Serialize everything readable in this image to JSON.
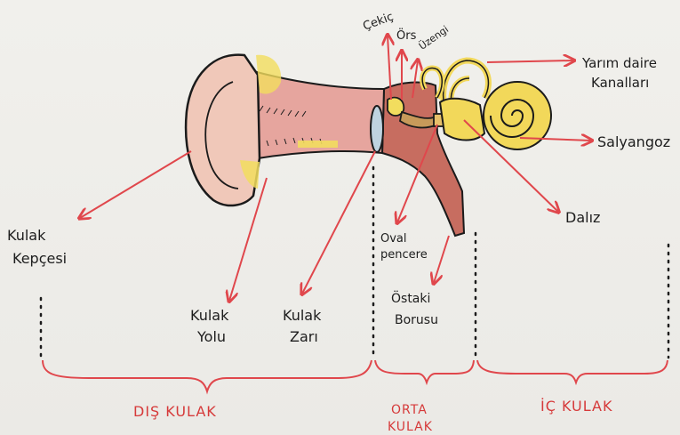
{
  "labels": {
    "cekic": "Çekiç",
    "ors": "Örs",
    "uzengi": "Üzengi",
    "yarim_daire_1": "Yarım daire",
    "yarim_daire_2": "Kanalları",
    "salyangoz": "Salyangoz",
    "daliz": "Dalız",
    "kulak_kepcesi_1": "Kulak",
    "kulak_kepcesi_2": "Kepçesi",
    "kulak_yolu_1": "Kulak",
    "kulak_yolu_2": "Yolu",
    "kulak_zari_1": "Kulak",
    "kulak_zari_2": "Zarı",
    "oval_pencere_1": "Oval",
    "oval_pencere_2": "pencere",
    "ostaki_1": "Östaki",
    "ostaki_2": "Borusu"
  },
  "sections": {
    "dis_kulak": "DIŞ KULAK",
    "orta_kulak_1": "ORTA",
    "orta_kulak_2": "KULAK",
    "ic_kulak": "İÇ KULAK"
  },
  "colors": {
    "arrow": "#e0474c",
    "outline": "#1b1b1b",
    "skin": "#f0c7b8",
    "canal": "#e7a6a0",
    "middle_ear": "#c96a5e",
    "inner_ear": "#f2d85a"
  }
}
